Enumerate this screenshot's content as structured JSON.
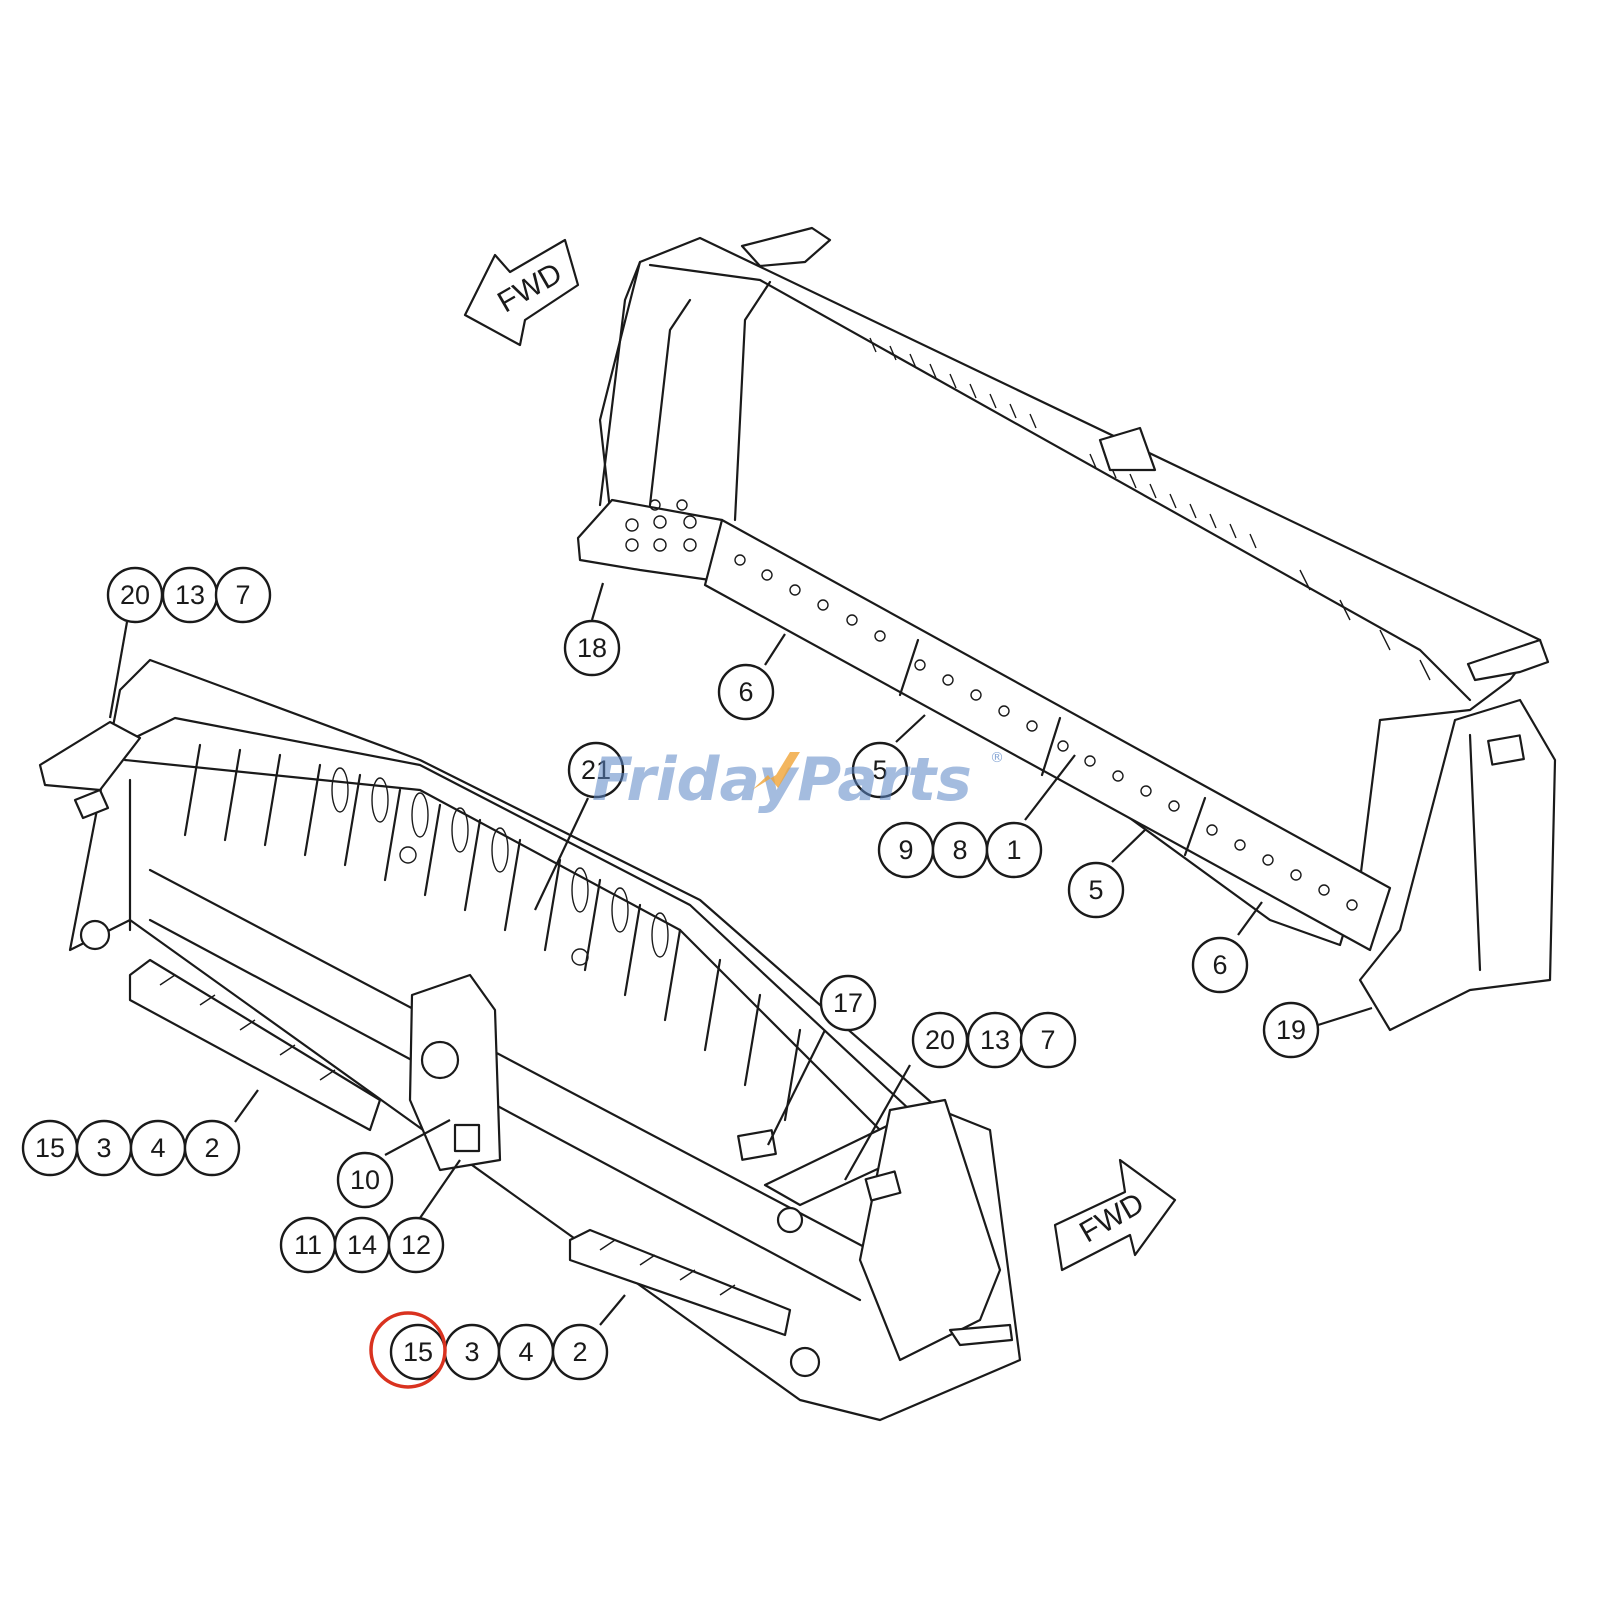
{
  "diagram": {
    "direction_labels": [
      "FWD",
      "FWD"
    ],
    "watermark": {
      "brand_part1": "Friday",
      "brand_part2": "Parts",
      "registered": "®",
      "colors": {
        "part1": "#5b86c6",
        "part2": "#5b86c6",
        "accent": "#f0a437"
      }
    },
    "highlight_color": "#d9321f",
    "highlighted_callout": "15",
    "callouts": {
      "c20a": "20",
      "c13a": "13",
      "c7a": "7",
      "c18": "18",
      "c6a": "6",
      "c21": "21",
      "c5a": "5",
      "c9": "9",
      "c8": "8",
      "c1": "1",
      "c5b": "5",
      "c6b": "6",
      "c17": "17",
      "c20b": "20",
      "c13b": "13",
      "c7b": "7",
      "c19": "19",
      "c15a": "15",
      "c3a": "3",
      "c4a": "4",
      "c2a": "2",
      "c10": "10",
      "c11": "11",
      "c14": "14",
      "c12": "12",
      "c15b": "15",
      "c3b": "3",
      "c4b": "4",
      "c2b": "2"
    }
  }
}
